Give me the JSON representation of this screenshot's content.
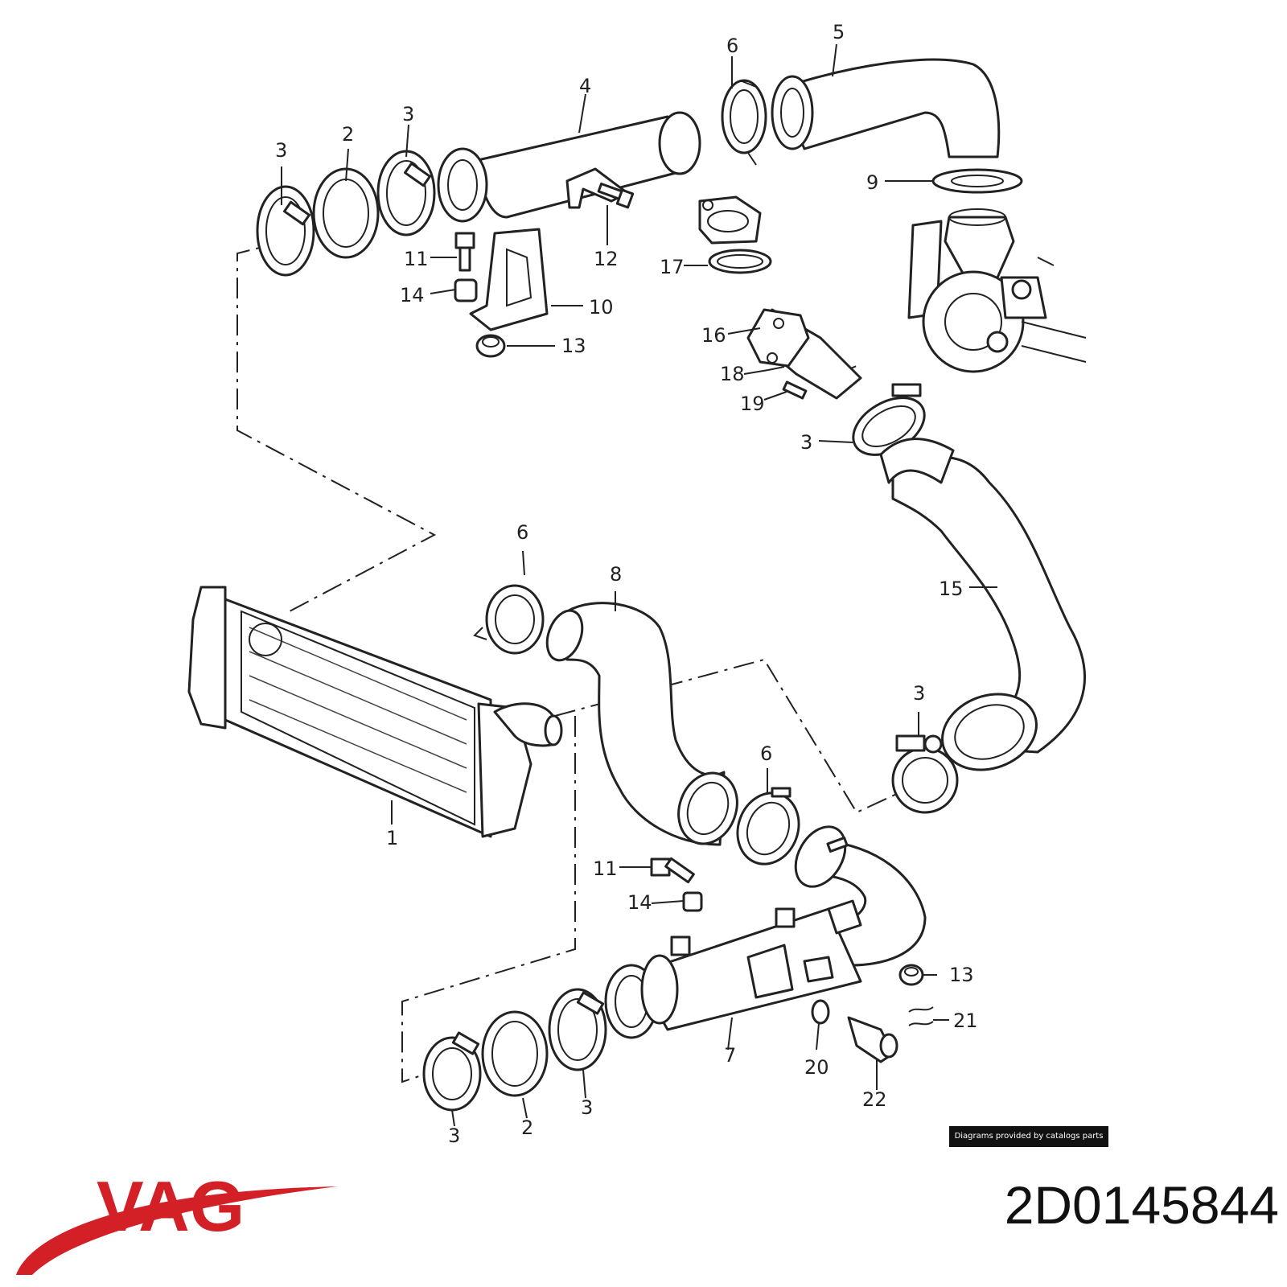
{
  "diagram": {
    "callouts": [
      "3",
      "2",
      "3",
      "4",
      "6",
      "5",
      "9",
      "11",
      "12",
      "17",
      "14",
      "10",
      "16",
      "13",
      "18",
      "19",
      "3",
      "6",
      "8",
      "15",
      "1",
      "3",
      "6",
      "11",
      "14",
      "13",
      "21",
      "7",
      "20",
      "22",
      "3",
      "2",
      "3"
    ]
  },
  "footer": {
    "credit": "Diagrams provided by catalogs parts",
    "brand": "VAG",
    "part_number": "2D0145844"
  },
  "colors": {
    "brand_red": "#d32027",
    "ink": "#222222"
  }
}
